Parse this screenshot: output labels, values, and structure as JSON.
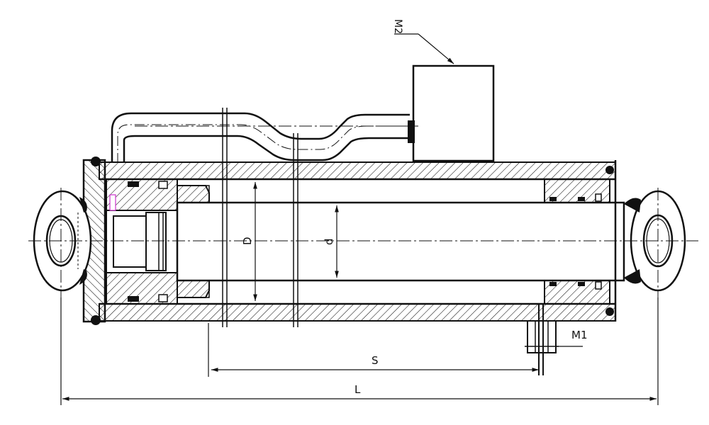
{
  "labels": {
    "port_top": "M2",
    "port_bottom": "M1",
    "bore_diameter": "D",
    "rod_diameter": "d",
    "stroke": "S",
    "length": "L"
  },
  "colors": {
    "line": "#111111",
    "hatch": "#111111",
    "seal_accent": "#cc33cc"
  }
}
